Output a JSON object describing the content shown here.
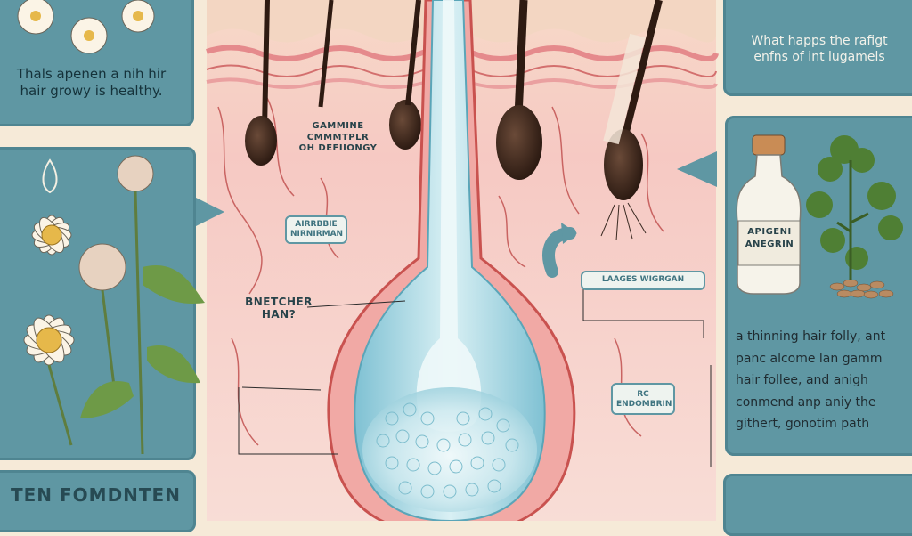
{
  "top_left_caption": [
    "Thals apenen a nih hir",
    "hair growy is healthy."
  ],
  "top_right_caption": [
    "What happs the rafigt",
    "enfns of int lugamels"
  ],
  "center_labels": {
    "primary": [
      "GAMMINE",
      "CMMMTPLR",
      "OH DEFIIONGY"
    ],
    "small_tag": [
      "AIRRBBIE",
      "NIRNIRMAN"
    ],
    "question": [
      "BNETCHER",
      "HAN?"
    ],
    "right_tag": "LAAGES WIGRGAN",
    "lower_tag": [
      "RC",
      "ENDOMBRIN"
    ]
  },
  "bottle_label": [
    "APIGENI",
    "ANEGRIN"
  ],
  "right_text": [
    "a thinning hair folly, ant",
    "panc alcome lan gamm",
    "hair follee, and anigh",
    "conmend anp aniy the",
    "githert, gonotim path"
  ],
  "footer_title": "TEN FOMDNTEN",
  "colors": {
    "teal": "#5f97a3",
    "cream": "#f6ead8",
    "skin": "#f6c9c3",
    "hair": "#2e1b12",
    "blue_fluid": "#9fd4e3"
  },
  "icons": [
    "daisy-flower-icon",
    "water-drop-icon",
    "arrow-left-icon",
    "bottle-icon",
    "parsley-icon",
    "upward-curve-arrow-icon"
  ]
}
